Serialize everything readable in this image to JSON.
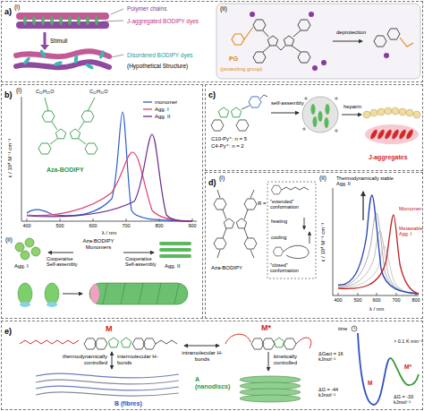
{
  "diagram": {
    "nodes": [
      {
        "text": [
          "a)"
        ]
      },
      {
        "text": [
          "b)"
        ]
      },
      {
        "text": [
          "c)"
        ]
      },
      {
        "text": [
          "d)"
        ]
      },
      {
        "text": [
          "e)"
        ]
      }
    ],
    "labels": [
      "(i)",
      "Polymer chains",
      "J-aggregated BODIPY dyes",
      "Stimuli",
      "Disordered BODIPY dyes",
      "(Hypothetical Structure)",
      "(ii)",
      "PG",
      "(protecting group)",
      "deprotection",
      "C₁₂H₂₅O",
      "C₁₂H₂₅O",
      "Aza-BODIPY",
      "ε / 10⁴ M⁻¹ cm⁻¹",
      "λ / nm",
      "400",
      "500",
      "600",
      "700",
      "800",
      "900",
      "(i)",
      "(ii)",
      "Agg. I",
      "Aza-BODIPY Monomers",
      "Cooperative Self-assembly",
      "Cooperative Self-assembly",
      "Agg. II",
      "C10-Py⁺: n = 5",
      "C4-Py⁺: n = 2",
      "self-assembly",
      "heparin",
      "J-aggregates",
      "(i)",
      "Aza-BODIPY",
      "R =",
      "\"extended\" conformation",
      "heating",
      "cooling",
      "\"closed\" conformation",
      "(ii)",
      "Thermodynamically stable Agg. II",
      "Monomer",
      "Metastable Agg. I",
      "ε / 10⁴ M⁻¹ cm⁻¹",
      "λ / nm",
      "400",
      "500",
      "600",
      "700",
      "800",
      "M",
      "M*",
      "thermodynamically controlled",
      "intermolecular H-bonds",
      "intramolecular H-bonds",
      "kinetically controlled",
      "B (fibres)",
      "A (nanodiscs)",
      "ΔGact = 16 kJmol⁻¹",
      "> 0.1 K min⁻¹",
      "ΔG = -33 kJmol⁻¹",
      "ΔG = -44 kJmol⁻¹",
      "time",
      "M",
      "M*"
    ],
    "legend": [
      {
        "text": "monomer"
      },
      {
        "text": "Agg. I"
      },
      {
        "text": "Agg. II"
      }
    ]
  }
}
